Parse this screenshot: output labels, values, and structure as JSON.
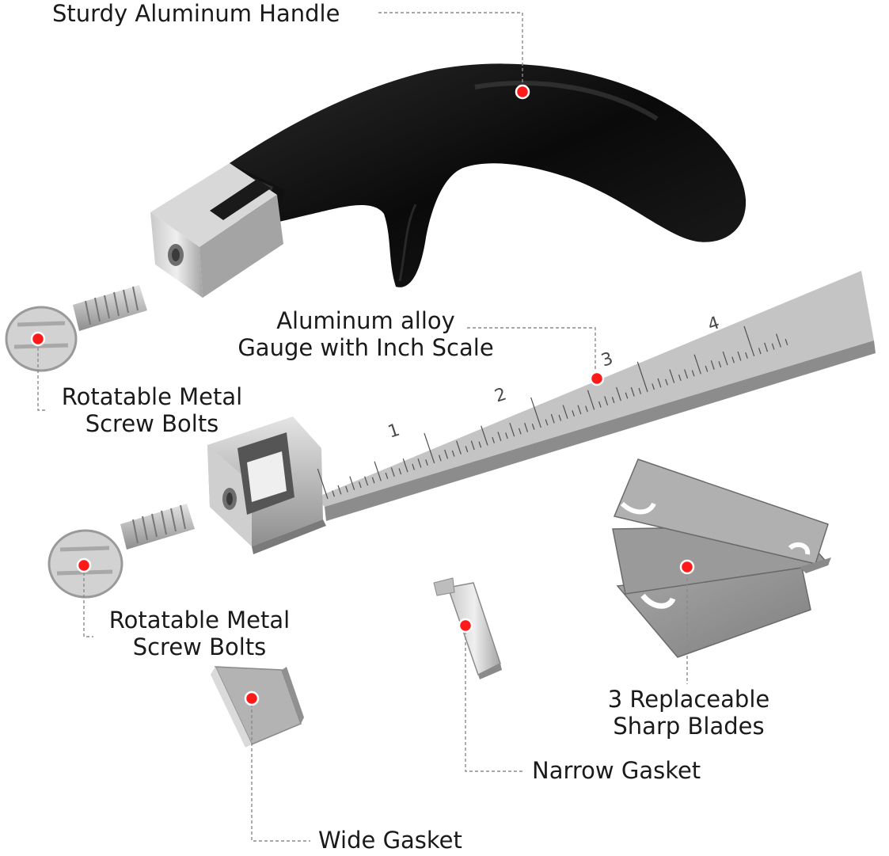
{
  "labels": {
    "handle": "Sturdy Aluminum Handle",
    "gauge_line1": "Aluminum alloy",
    "gauge_line2": "Gauge with Inch Scale",
    "bolt_top_line1": "Rotatable Metal",
    "bolt_top_line2": "Screw Bolts",
    "bolt_bottom_line1": "Rotatable Metal",
    "bolt_bottom_line2": "Screw Bolts",
    "blades_line1": "3 Replaceable",
    "blades_line2": "Sharp Blades",
    "narrow_gasket": "Narrow Gasket",
    "wide_gasket": "Wide Gasket"
  },
  "ruler_numbers": [
    "1",
    "2",
    "3",
    "4"
  ],
  "colors": {
    "marker": "#ff1a1a",
    "callout_line": "#8a8a8a",
    "text": "#1a1a1a",
    "handle": "#0d0d0d",
    "metal": "#b9b9b9"
  }
}
